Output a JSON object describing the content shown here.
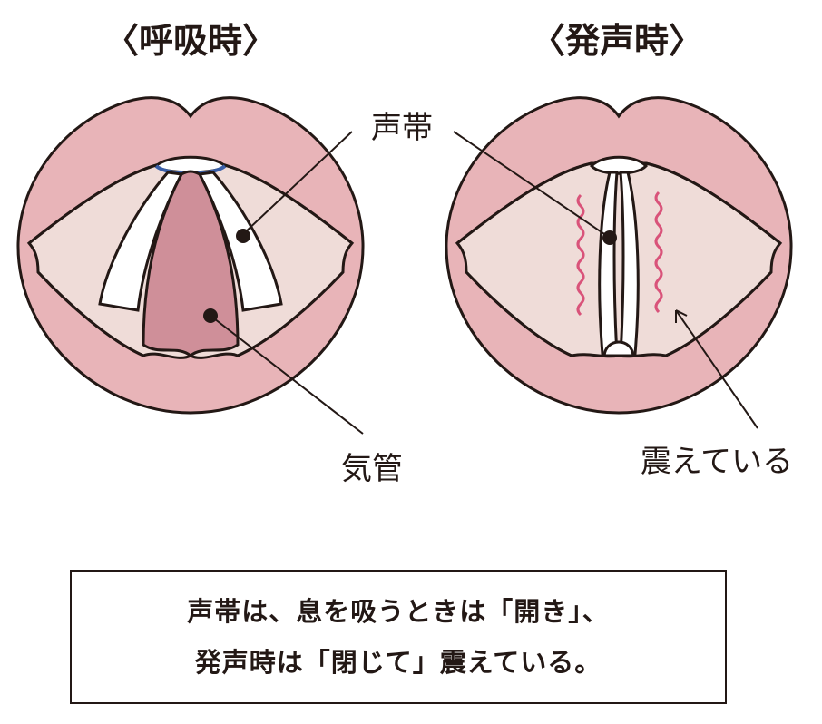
{
  "titles": {
    "breathing": "〈呼吸時〉",
    "phonation": "〈発声時〉"
  },
  "labels": {
    "vocal_cords": "声帯",
    "trachea": "気管",
    "vibrating": "震えている"
  },
  "caption": {
    "line1": "声帯は、息を吸うときは「開き」、",
    "line2": "発声時は「閉じて」震えている。"
  },
  "colors": {
    "lip": "#e8b4b8",
    "inner_area": "#efdcd8",
    "trachea": "#cf8f99",
    "outline": "#231815",
    "vibration": "#d9537a",
    "epiglottis_edge": "#3a5fa8"
  }
}
